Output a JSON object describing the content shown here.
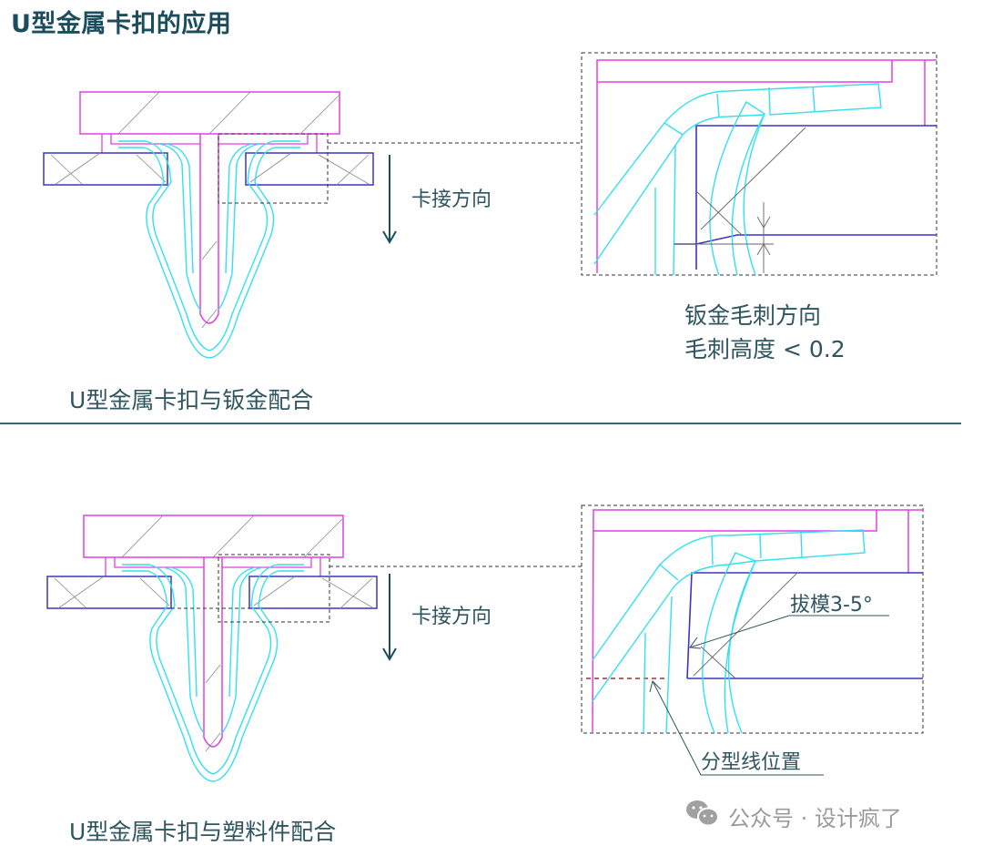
{
  "title": "U型金属卡扣的应用",
  "top_section": {
    "caption": "U型金属卡扣与钣金配合",
    "direction_label": "卡接方向",
    "detail_note_line1": "钣金毛刺方向",
    "detail_note_line2": "毛刺高度 < 0.2"
  },
  "bottom_section": {
    "caption": "U型金属卡扣与塑料件配合",
    "direction_label": "卡接方向",
    "draft_label": "拔模3-5°",
    "parting_line_label": "分型线位置"
  },
  "watermark": {
    "icon": "wechat-icon",
    "text": "公众号 · 设计疯了"
  },
  "colors": {
    "clip": "#33e0f0",
    "plastic_part": "#e040e0",
    "sheet_metal": "#3a36c0",
    "hatch": "#888888",
    "accent_text": "#1b4d5c",
    "parting_line": "#a03030"
  }
}
